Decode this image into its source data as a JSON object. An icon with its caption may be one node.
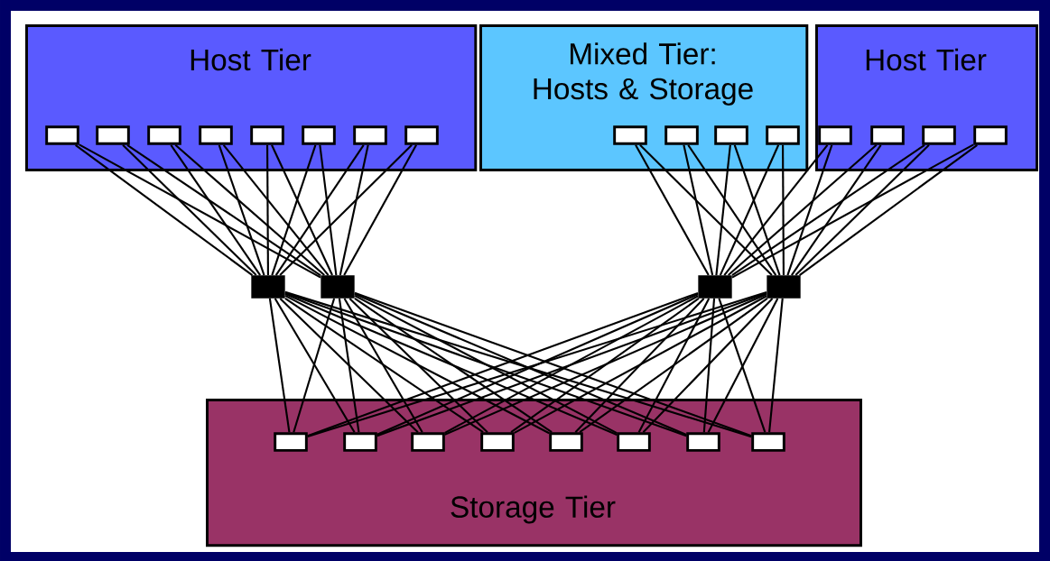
{
  "diagram": {
    "nodes": [
      {
        "text": [
          "Host Tier"
        ]
      },
      {
        "text": [],
        "shape": "box",
        "in": 0
      },
      {
        "text": [],
        "shape": "box",
        "in": 0
      },
      {
        "text": [],
        "shape": "box",
        "in": 0
      },
      {
        "text": [],
        "shape": "box",
        "in": 0
      },
      {
        "text": [],
        "shape": "box",
        "in": 0
      },
      {
        "text": [],
        "shape": "box",
        "in": 0
      },
      {
        "text": [],
        "shape": "box",
        "in": 0
      },
      {
        "text": [],
        "shape": "box",
        "in": 0
      },
      {
        "text": [
          "Mixed Tier:  Hosts & Storage"
        ]
      },
      {
        "text": [],
        "shape": "box",
        "in": 9
      },
      {
        "text": [],
        "shape": "box",
        "in": 9
      },
      {
        "text": [],
        "shape": "box",
        "in": 9
      },
      {
        "text": [],
        "shape": "box",
        "in": 9
      },
      {
        "text": [
          "Host Tier"
        ]
      },
      {
        "text": [],
        "shape": "box",
        "in": 14
      },
      {
        "text": [],
        "shape": "box",
        "in": 14
      },
      {
        "text": [],
        "shape": "box",
        "in": 14
      },
      {
        "text": [],
        "shape": "box",
        "in": 14
      },
      {
        "text": [],
        "shape": "box"
      },
      {
        "text": [],
        "shape": "box"
      },
      {
        "text": [],
        "shape": "box"
      },
      {
        "text": [],
        "shape": "box"
      },
      {
        "text": [
          "Storage Tier"
        ]
      },
      {
        "text": [],
        "shape": "box",
        "in": 23
      },
      {
        "text": [],
        "shape": "box",
        "in": 23
      },
      {
        "text": [],
        "shape": "box",
        "in": 23
      },
      {
        "text": [],
        "shape": "box",
        "in": 23
      },
      {
        "text": [],
        "shape": "box",
        "in": 23
      },
      {
        "text": [],
        "shape": "box",
        "in": 23
      },
      {
        "text": [],
        "shape": "box",
        "in": 23
      },
      {
        "text": [],
        "shape": "box",
        "in": 23
      }
    ],
    "edges": [
      {
        "from": 1,
        "to": 19,
        "arrow": "none"
      },
      {
        "from": 1,
        "to": 20,
        "arrow": "none"
      },
      {
        "from": 2,
        "to": 19,
        "arrow": "none"
      },
      {
        "from": 2,
        "to": 20,
        "arrow": "none"
      },
      {
        "from": 3,
        "to": 19,
        "arrow": "none"
      },
      {
        "from": 3,
        "to": 20,
        "arrow": "none"
      },
      {
        "from": 4,
        "to": 19,
        "arrow": "none"
      },
      {
        "from": 4,
        "to": 20,
        "arrow": "none"
      },
      {
        "from": 5,
        "to": 19,
        "arrow": "none"
      },
      {
        "from": 5,
        "to": 20,
        "arrow": "none"
      },
      {
        "from": 6,
        "to": 19,
        "arrow": "none"
      },
      {
        "from": 6,
        "to": 20,
        "arrow": "none"
      },
      {
        "from": 7,
        "to": 19,
        "arrow": "none"
      },
      {
        "from": 7,
        "to": 20,
        "arrow": "none"
      },
      {
        "from": 8,
        "to": 19,
        "arrow": "none"
      },
      {
        "from": 8,
        "to": 20,
        "arrow": "none"
      },
      {
        "from": 10,
        "to": 21,
        "arrow": "none"
      },
      {
        "from": 10,
        "to": 22,
        "arrow": "none"
      },
      {
        "from": 11,
        "to": 21,
        "arrow": "none"
      },
      {
        "from": 11,
        "to": 22,
        "arrow": "none"
      },
      {
        "from": 12,
        "to": 21,
        "arrow": "none"
      },
      {
        "from": 12,
        "to": 22,
        "arrow": "none"
      },
      {
        "from": 13,
        "to": 21,
        "arrow": "none"
      },
      {
        "from": 13,
        "to": 22,
        "arrow": "none"
      },
      {
        "from": 15,
        "to": 21,
        "arrow": "none"
      },
      {
        "from": 15,
        "to": 22,
        "arrow": "none"
      },
      {
        "from": 16,
        "to": 21,
        "arrow": "none"
      },
      {
        "from": 16,
        "to": 22,
        "arrow": "none"
      },
      {
        "from": 17,
        "to": 21,
        "arrow": "none"
      },
      {
        "from": 17,
        "to": 22,
        "arrow": "none"
      },
      {
        "from": 18,
        "to": 21,
        "arrow": "none"
      },
      {
        "from": 18,
        "to": 22,
        "arrow": "none"
      },
      {
        "from": 19,
        "to": 24,
        "arrow": "none"
      },
      {
        "from": 19,
        "to": 25,
        "arrow": "none"
      },
      {
        "from": 19,
        "to": 26,
        "arrow": "none"
      },
      {
        "from": 19,
        "to": 27,
        "arrow": "none"
      },
      {
        "from": 19,
        "to": 28,
        "arrow": "none"
      },
      {
        "from": 19,
        "to": 29,
        "arrow": "none"
      },
      {
        "from": 19,
        "to": 30,
        "arrow": "none"
      },
      {
        "from": 19,
        "to": 31,
        "arrow": "none"
      },
      {
        "from": 20,
        "to": 24,
        "arrow": "none"
      },
      {
        "from": 20,
        "to": 25,
        "arrow": "none"
      },
      {
        "from": 20,
        "to": 26,
        "arrow": "none"
      },
      {
        "from": 20,
        "to": 27,
        "arrow": "none"
      },
      {
        "from": 20,
        "to": 28,
        "arrow": "none"
      },
      {
        "from": 20,
        "to": 29,
        "arrow": "none"
      },
      {
        "from": 20,
        "to": 30,
        "arrow": "none"
      },
      {
        "from": 20,
        "to": 31,
        "arrow": "none"
      },
      {
        "from": 21,
        "to": 24,
        "arrow": "none"
      },
      {
        "from": 21,
        "to": 25,
        "arrow": "none"
      },
      {
        "from": 21,
        "to": 26,
        "arrow": "none"
      },
      {
        "from": 21,
        "to": 27,
        "arrow": "none"
      },
      {
        "from": 21,
        "to": 28,
        "arrow": "none"
      },
      {
        "from": 21,
        "to": 29,
        "arrow": "none"
      },
      {
        "from": 21,
        "to": 30,
        "arrow": "none"
      },
      {
        "from": 21,
        "to": 31,
        "arrow": "none"
      },
      {
        "from": 22,
        "to": 24,
        "arrow": "none"
      },
      {
        "from": 22,
        "to": 25,
        "arrow": "none"
      },
      {
        "from": 22,
        "to": 26,
        "arrow": "none"
      },
      {
        "from": 22,
        "to": 27,
        "arrow": "none"
      },
      {
        "from": 22,
        "to": 28,
        "arrow": "none"
      },
      {
        "from": 22,
        "to": 29,
        "arrow": "none"
      },
      {
        "from": 22,
        "to": 30,
        "arrow": "none"
      },
      {
        "from": 22,
        "to": 31,
        "arrow": "none"
      }
    ]
  }
}
